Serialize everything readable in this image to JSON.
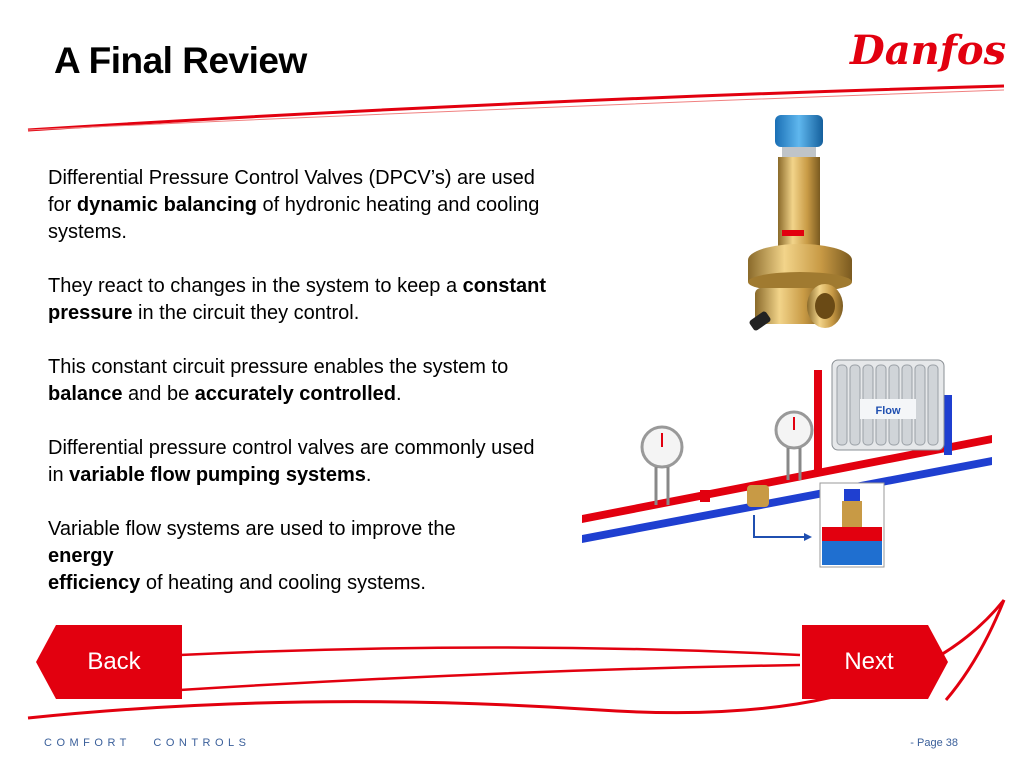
{
  "slide": {
    "title": "A Final Review",
    "logo_text": "Danfoss"
  },
  "content": {
    "p1": {
      "before": "Differential Pressure Control Valves (DPCV’s) are used for ",
      "bold": "dynamic balancing",
      "after": " of hydronic heating and cooling systems."
    },
    "p2": {
      "before": "They react to changes in the system to keep a ",
      "bold": "constant pressure",
      "after": " in the circuit they control."
    },
    "p3": {
      "before": "This constant circuit pressure enables the system to ",
      "bold1": "balance",
      "middle": " and be ",
      "bold2": "accurately controlled",
      "after": "."
    },
    "p4": {
      "before": "Differential pressure control valves are commonly used in ",
      "bold": "variable flow pumping systems",
      "after": "."
    },
    "p5": {
      "before": "Variable flow systems are used to improve the ",
      "bold1": "energy",
      "bold2": "efficiency",
      "after": " of heating and cooling systems."
    }
  },
  "diagram": {
    "radiator_label": "Flow"
  },
  "nav": {
    "back_label": "Back",
    "next_label": "Next"
  },
  "footer": {
    "left": "COMFORT   CONTROLS",
    "right": "- Page 38"
  },
  "colors": {
    "brand_red": "#e2000f",
    "footer_blue": "#3a5f9a"
  }
}
